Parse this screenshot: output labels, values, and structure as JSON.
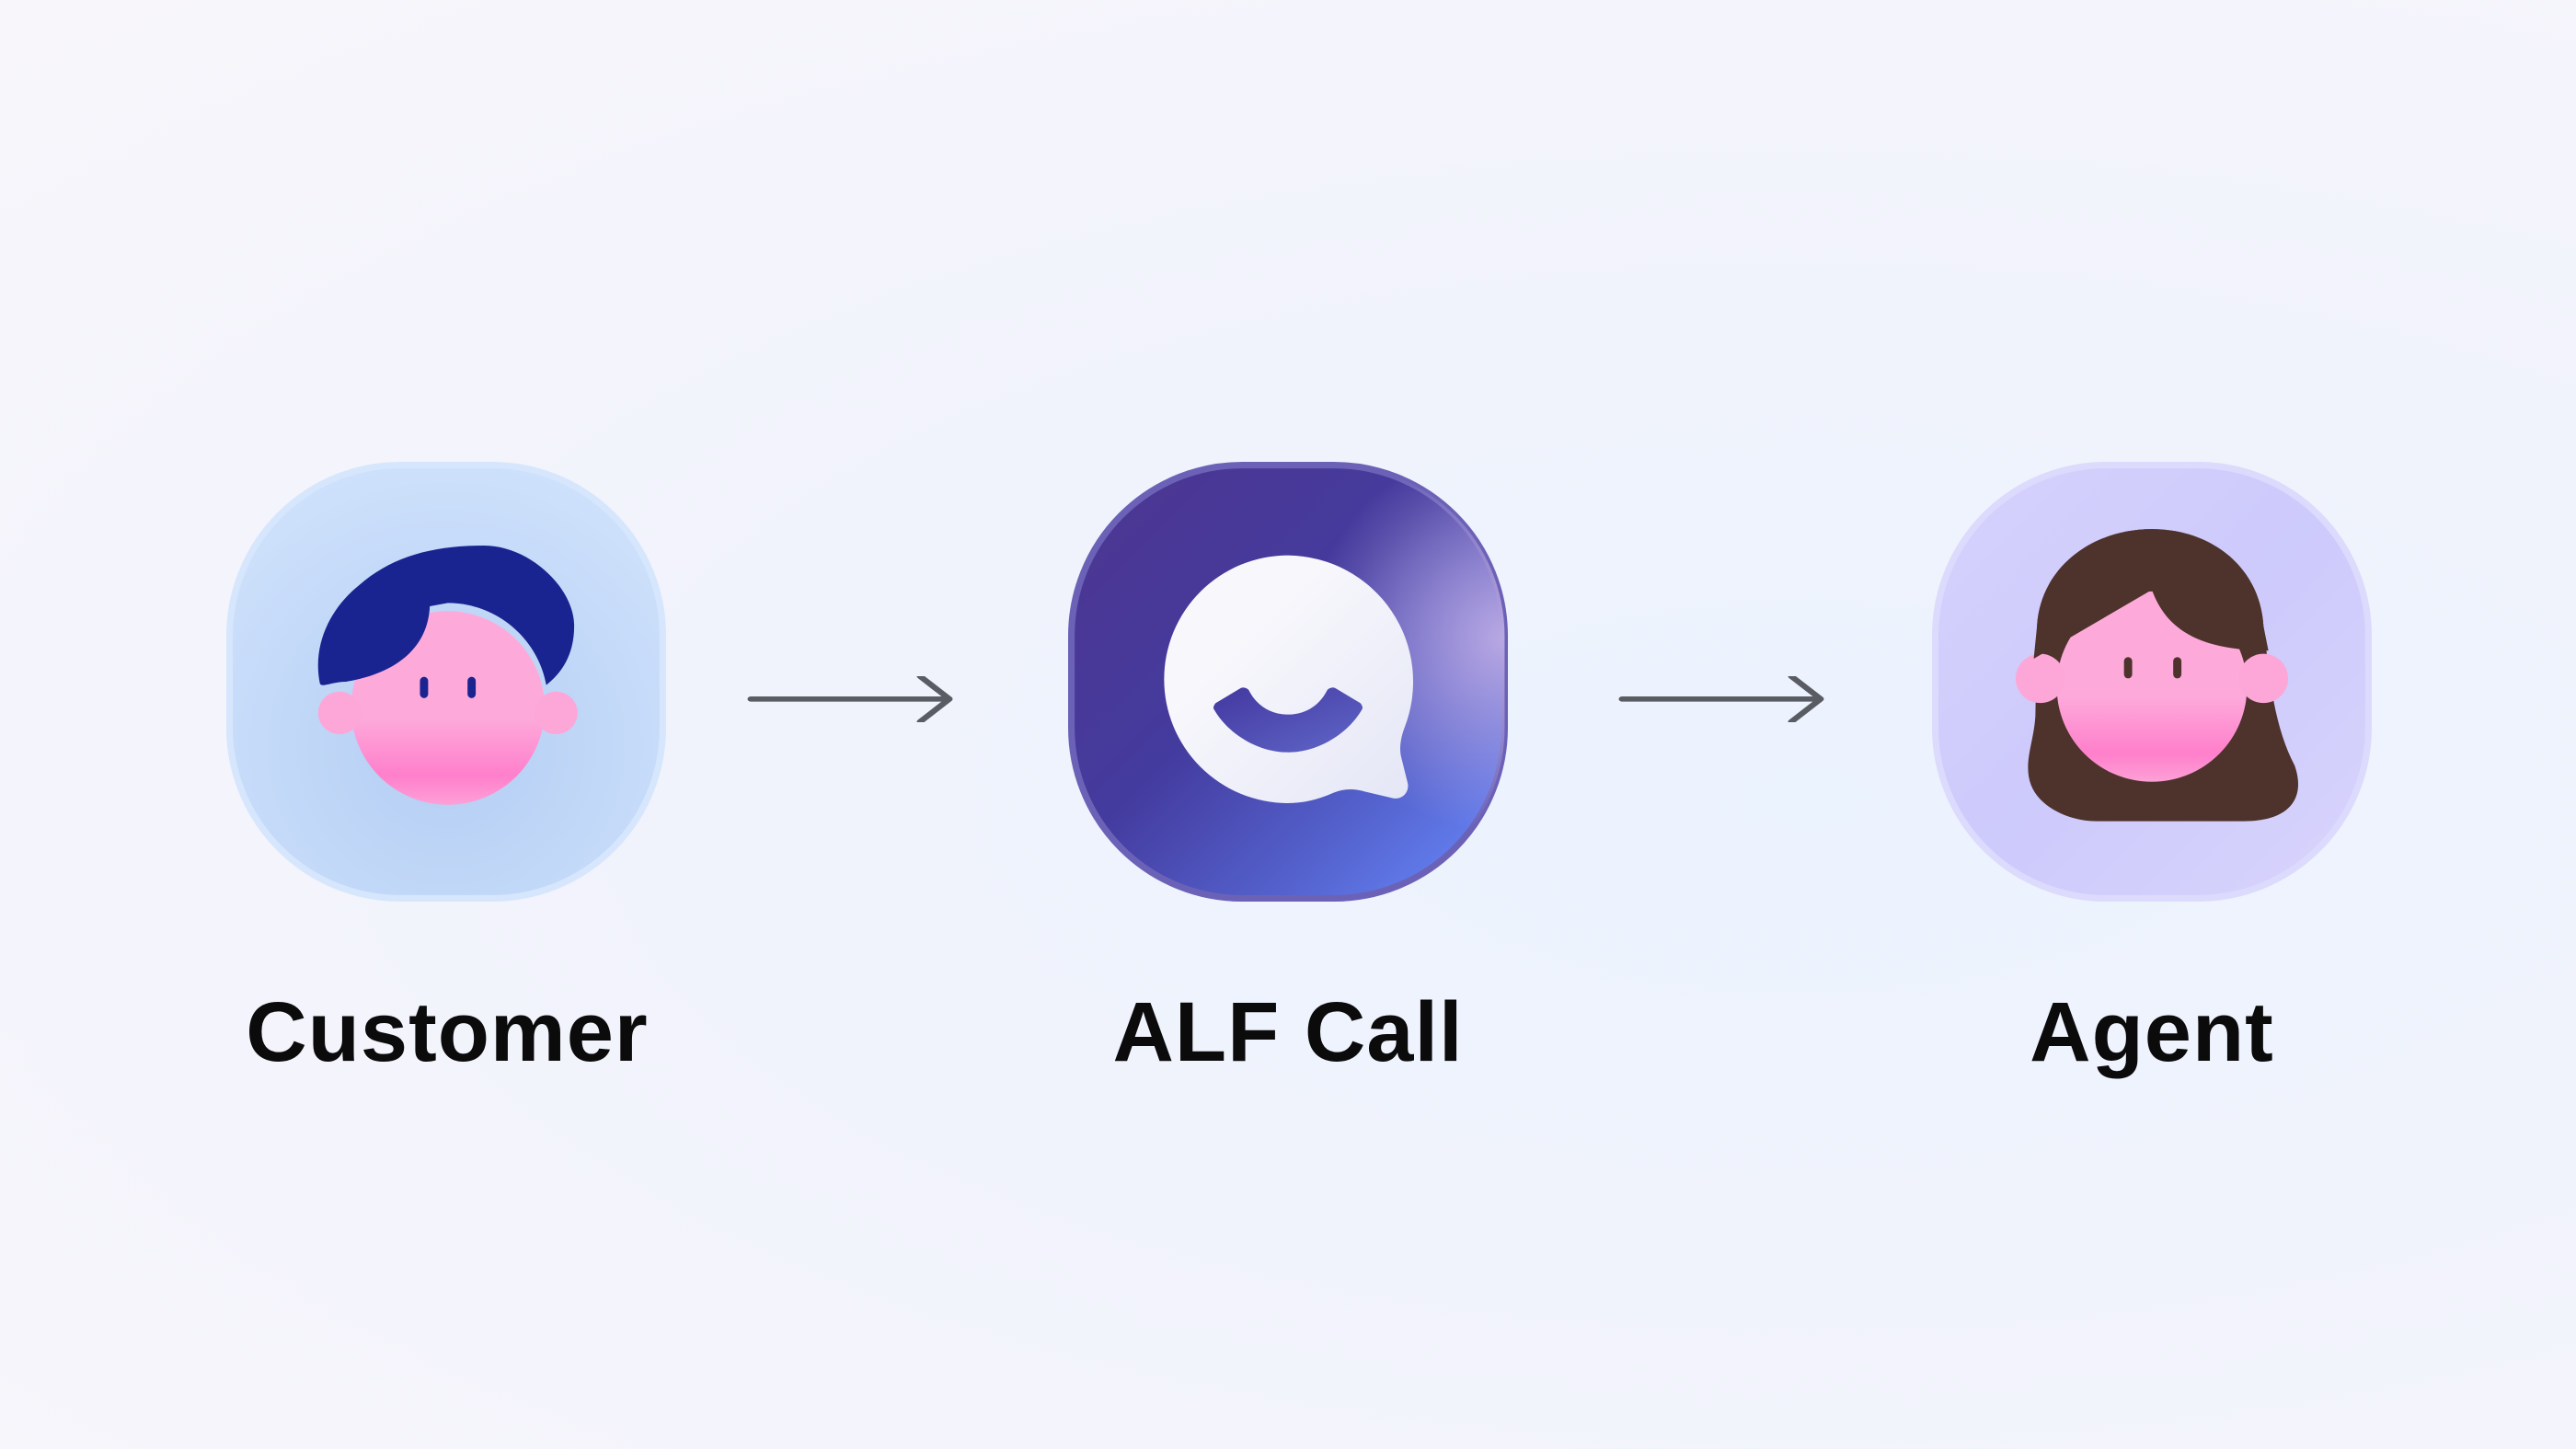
{
  "nodes": [
    {
      "label": "Customer",
      "icon": "customer-avatar-icon"
    },
    {
      "label": "ALF Call",
      "icon": "alf-chat-bubble-icon"
    },
    {
      "label": "Agent",
      "icon": "agent-avatar-icon"
    }
  ],
  "connectors": [
    "arrow-right-icon",
    "arrow-right-icon"
  ],
  "colors": {
    "customer_tile": "#c4dcfb",
    "alf_tile_start": "#45389c",
    "alf_tile_end": "#6884f5",
    "agent_tile": "#d3d0fc",
    "customer_hair": "#1a2490",
    "agent_hair": "#4e322c",
    "skin": "#fdaadb",
    "arrow": "#5a5c63"
  }
}
